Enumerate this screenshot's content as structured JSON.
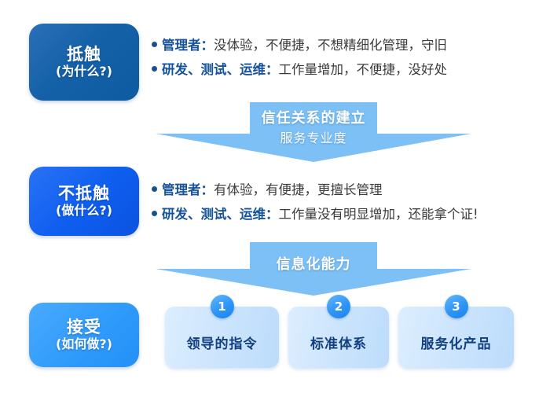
{
  "stages": [
    {
      "name": "resist",
      "title": "抵触",
      "question": "(为什么?)",
      "color": "#1461a8"
    },
    {
      "name": "non-resist",
      "title": "不抵触",
      "question": "(做什么?)",
      "color": "#0f5ff0"
    },
    {
      "name": "accept",
      "title": "接受",
      "question": "(如何做?)",
      "color": "#2f9bfb"
    }
  ],
  "bullet_groups": [
    {
      "name": "resist-reasons",
      "items": [
        {
          "key": "管理者：",
          "value": "没体验，不便捷，不想精细化管理，守旧"
        },
        {
          "key": "研发、测试、运维：",
          "value": "工作量增加，不便捷，没好处"
        }
      ]
    },
    {
      "name": "non-resist-benefits",
      "items": [
        {
          "key": "管理者：",
          "value": "有体验，有便捷，更擅长管理"
        },
        {
          "key": "研发、测试、运维：",
          "value": "工作量没有明显增加，还能拿个证!"
        }
      ]
    }
  ],
  "arrows": [
    {
      "name": "trust",
      "title": "信任关系的建立",
      "subtitle": "服务专业度",
      "color": "#7cc0f5"
    },
    {
      "name": "informatization",
      "title": "信息化能力",
      "subtitle": "",
      "color": "#7cc0f5"
    }
  ],
  "cards": [
    {
      "number": "1",
      "label": "领导的指令"
    },
    {
      "number": "2",
      "label": "标准体系"
    },
    {
      "number": "3",
      "label": "服务化产品"
    }
  ],
  "colors": {
    "bullet_key": "#17539b",
    "bullet_value": "#3b3b3b",
    "card_text": "#12407e",
    "arrow_fill": "#7cc0f5",
    "background": "#ffffff"
  }
}
